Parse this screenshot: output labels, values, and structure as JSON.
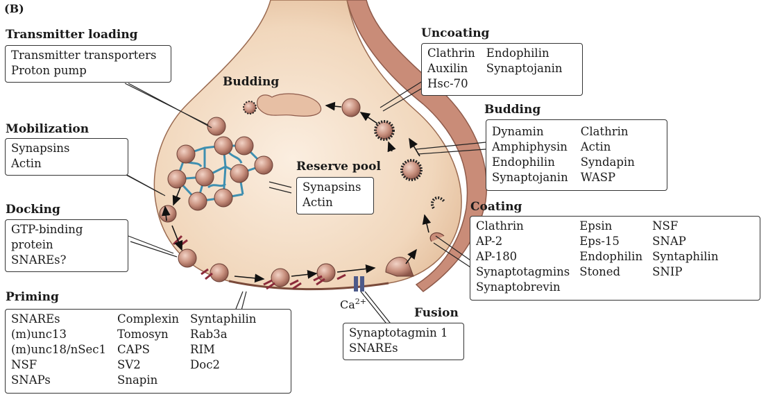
{
  "panel_letter": "(B)",
  "stages": {
    "transmitter_loading": "Transmitter loading",
    "mobilization": "Mobilization",
    "docking": "Docking",
    "priming": "Priming",
    "uncoating": "Uncoating",
    "budding_right": "Budding",
    "coating": "Coating",
    "fusion": "Fusion"
  },
  "inner_labels": {
    "budding": "Budding",
    "reserve_pool": "Reserve pool",
    "calcium": "Ca",
    "calcium_charge": "2+"
  },
  "boxes": {
    "transmitter_loading": [
      "Transmitter transporters",
      "Proton pump"
    ],
    "mobilization": [
      "Synapsins",
      "Actin"
    ],
    "reserve_pool": [
      "Synapsins",
      "Actin"
    ],
    "docking": [
      "GTP-binding",
      "protein",
      "SNAREs?"
    ],
    "priming": [
      [
        "SNAREs",
        "(m)unc13",
        "(m)unc18/nSec1",
        "NSF",
        "SNAPs"
      ],
      [
        "Complexin",
        "Tomosyn",
        "CAPS",
        "SV2",
        "Snapin"
      ],
      [
        "Syntaphilin",
        "Rab3a",
        "RIM",
        "Doc2"
      ]
    ],
    "uncoating": [
      [
        "Clathrin",
        "Auxilin",
        "Hsc-70"
      ],
      [
        "Endophilin",
        "Synaptojanin"
      ]
    ],
    "budding": [
      [
        "Dynamin",
        "Amphiphysin",
        "Endophilin",
        "Synaptojanin"
      ],
      [
        "Clathrin",
        "Actin",
        "Syndapin",
        "WASP"
      ]
    ],
    "coating": [
      [
        "Clathrin",
        "AP-2",
        "AP-180",
        "Synaptotagmins",
        "Synaptobrevin"
      ],
      [
        "Epsin",
        "Eps-15",
        "Endophilin",
        "Stoned"
      ],
      [
        "NSF",
        "SNAP",
        "Syntaphilin",
        "SNIP"
      ]
    ],
    "fusion": [
      "Synaptotagmin 1",
      "SNAREs"
    ]
  },
  "colors": {
    "terminal_fill": "#f2dcc3",
    "terminal_edge": "#8e5a4a",
    "membrane_right": "#c98c78",
    "vesicle": "#c48a78",
    "vesicle_edge": "#6b3f35",
    "actin": "#3e8fb0",
    "snare": "#8b2a3a"
  }
}
